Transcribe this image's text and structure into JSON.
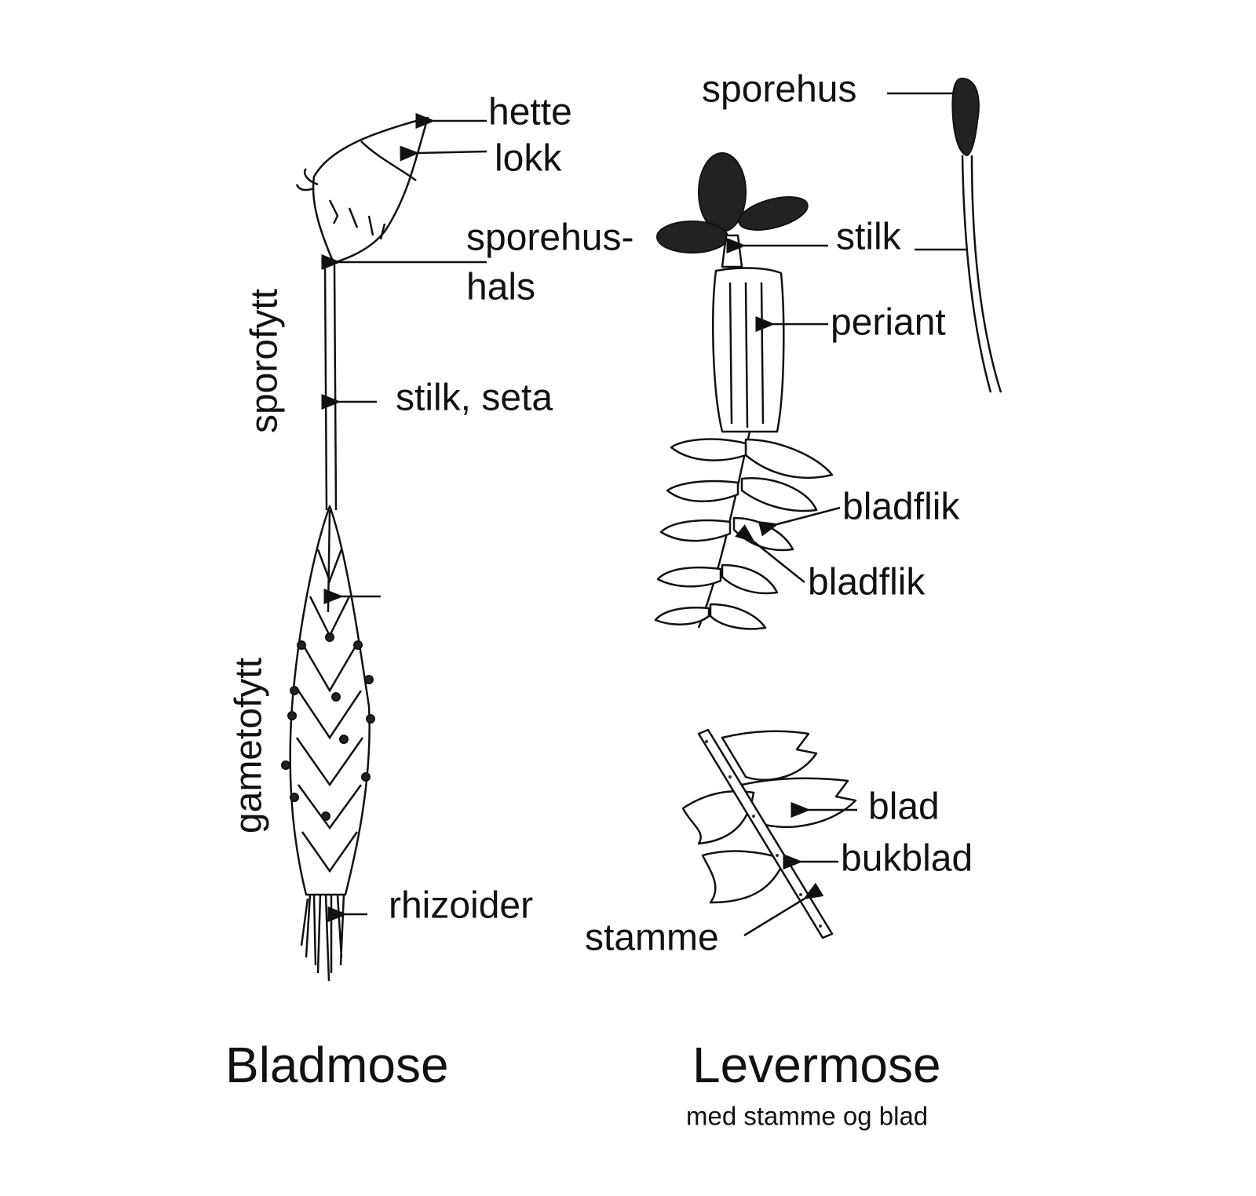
{
  "bladmose": {
    "title": "Bladmose",
    "labels": {
      "hette": "hette",
      "lokk": "lokk",
      "sporehus_1": "sporehus-",
      "sporehus_2": "hals",
      "stilk": "stilk, seta",
      "sporofytt": "sporofytt",
      "gametofytt": "gametofytt",
      "rhizoider": "rhizoider"
    }
  },
  "levermose": {
    "title": "Levermose",
    "subtitle": "med stamme og blad",
    "labels": {
      "sporehus": "sporehus",
      "stilk": "stilk",
      "periant": "periant",
      "bladflik_1": "bladflik",
      "bladflik_2": "bladflik",
      "blad": "blad",
      "bukblad": "bukblad",
      "stamme": "stamme"
    }
  }
}
